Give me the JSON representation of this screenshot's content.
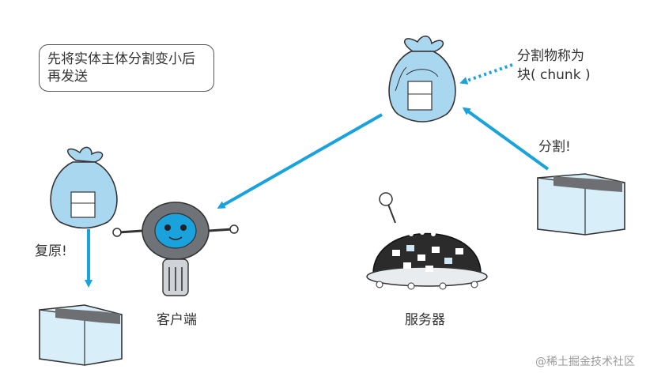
{
  "diagram": {
    "note_text": "先将实体主体分割变小后再发送",
    "chunk_label_line1": "分割物称为",
    "chunk_label_line2": "块( chunk )",
    "split_label": "分割!",
    "restore_label": "复原!",
    "client_label": "客户端",
    "server_label": "服务器",
    "watermark": "@稀土掘金技术社区"
  },
  "colors": {
    "arrow": "#1aa2dc",
    "bundle": "#a9d7f0",
    "box": "#d8eef8",
    "tape": "#6d6f73",
    "server_body": "#2b2b2b",
    "robot_face": "#1aa2dc"
  },
  "icons": {
    "bundle": "cloth-bundle-icon",
    "box": "package-box-icon",
    "client": "robot-client-icon",
    "server": "server-robot-icon"
  }
}
